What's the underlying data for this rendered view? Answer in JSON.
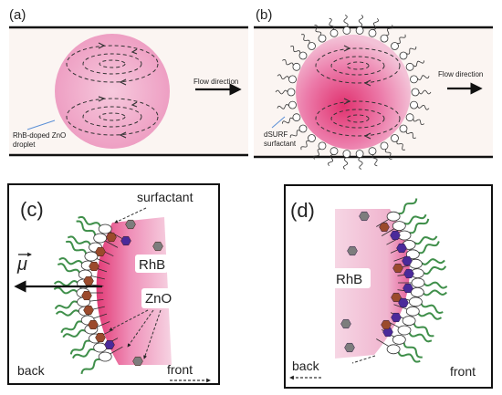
{
  "panels": {
    "a": {
      "label": "(a)",
      "droplet_label_line1": "RhB-doped ZnO",
      "droplet_label_line2": "droplet",
      "flow_label": "Flow direction"
    },
    "b": {
      "label": "(b)",
      "surfactant_label_line1": "dSURF",
      "surfactant_label_line2": "surfactant",
      "flow_label": "Flow direction"
    },
    "c": {
      "label": "(c)",
      "surfactant_label": "surfactant",
      "mu_label": "μ",
      "rhb_label": "RhB",
      "zno_label": "ZnO",
      "back_label": "back",
      "front_label": "front"
    },
    "d": {
      "label": "(d)",
      "rhb_label": "RhB",
      "back_label": "back",
      "front_label": "front"
    }
  },
  "colors": {
    "pink_light": "#f3c6da",
    "pink_mid": "#ea8fb8",
    "pink_deep": "#e0326f",
    "tail_green": "#3f8f4a",
    "hex_gray": "#7d7d7d",
    "hex_brown": "#9b4a2c",
    "hex_purple": "#4b2a9a",
    "border": "#111111"
  }
}
